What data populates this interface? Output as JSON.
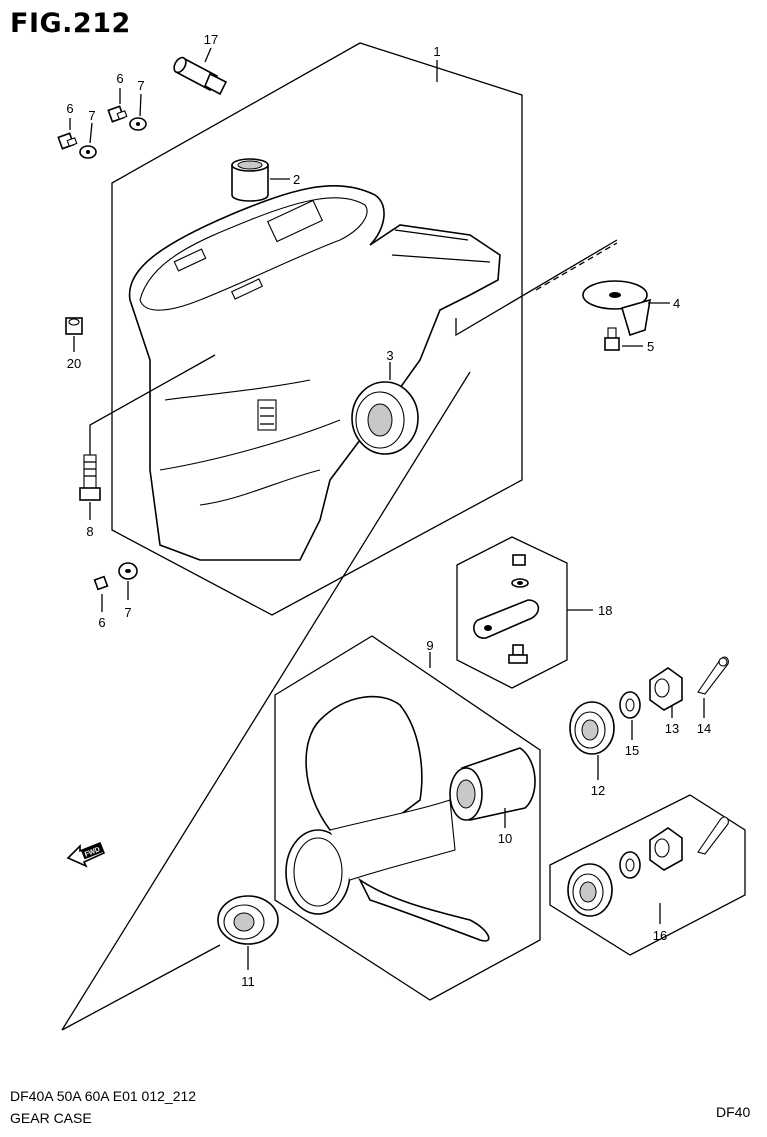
{
  "figure": {
    "title": "FIG.212",
    "model_code": "DF40A 50A 60A E01 012_212",
    "section_name": "GEAR CASE",
    "model_badge": "DF40"
  },
  "callouts": [
    "1",
    "2",
    "3",
    "4",
    "5",
    "6",
    "7",
    "6",
    "7",
    "20",
    "8",
    "6",
    "7",
    "17",
    "9",
    "10",
    "11",
    "12",
    "13",
    "14",
    "15",
    "16",
    "18"
  ],
  "direction_marker": {
    "icon": "fwd-arrow-icon",
    "label": "FWD"
  }
}
